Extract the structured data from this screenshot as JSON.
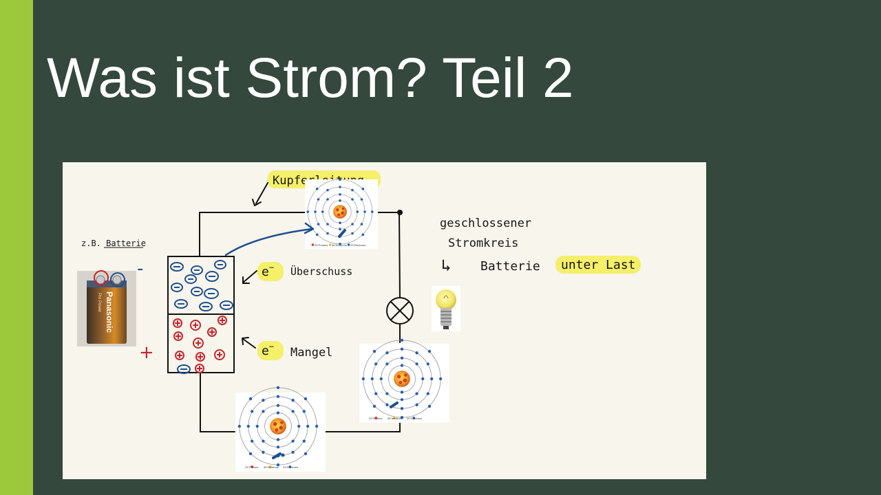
{
  "slide": {
    "title": "Was ist Strom? Teil 2",
    "colors": {
      "background": "#34483d",
      "accent": "#9bc93b",
      "title": "#ffffff",
      "panel": "#f7f5ec",
      "highlight": "#f5ef6a",
      "electron": "#1c4f8f",
      "positive": "#c4242c"
    }
  },
  "diagram": {
    "label_battery_example": "z.B. Batterie",
    "label_copper_wire": "Kupferleitung",
    "label_excess": "Überschuss",
    "label_deficit": "Mangel",
    "electron_symbol": "e",
    "electron_exponent": "−",
    "minus_sign": "-",
    "plus_sign": "+",
    "closed_circuit_line1": "geschlossener",
    "closed_circuit_line2": "Stromkreis",
    "arrow_glyph": "↳",
    "battery_word": "Batterie",
    "under_load": "unter Last",
    "battery_brand": "Panasonic",
    "battery_subtext": "Pro Power",
    "atom_legend": {
      "protons": "29 Protons",
      "neutrons": "35 Neutrons",
      "electrons": "29 Electrons"
    },
    "icons": [
      "lamp-symbol-icon",
      "light-bulb-icon",
      "battery-photo-icon",
      "copper-atom-icon"
    ]
  }
}
